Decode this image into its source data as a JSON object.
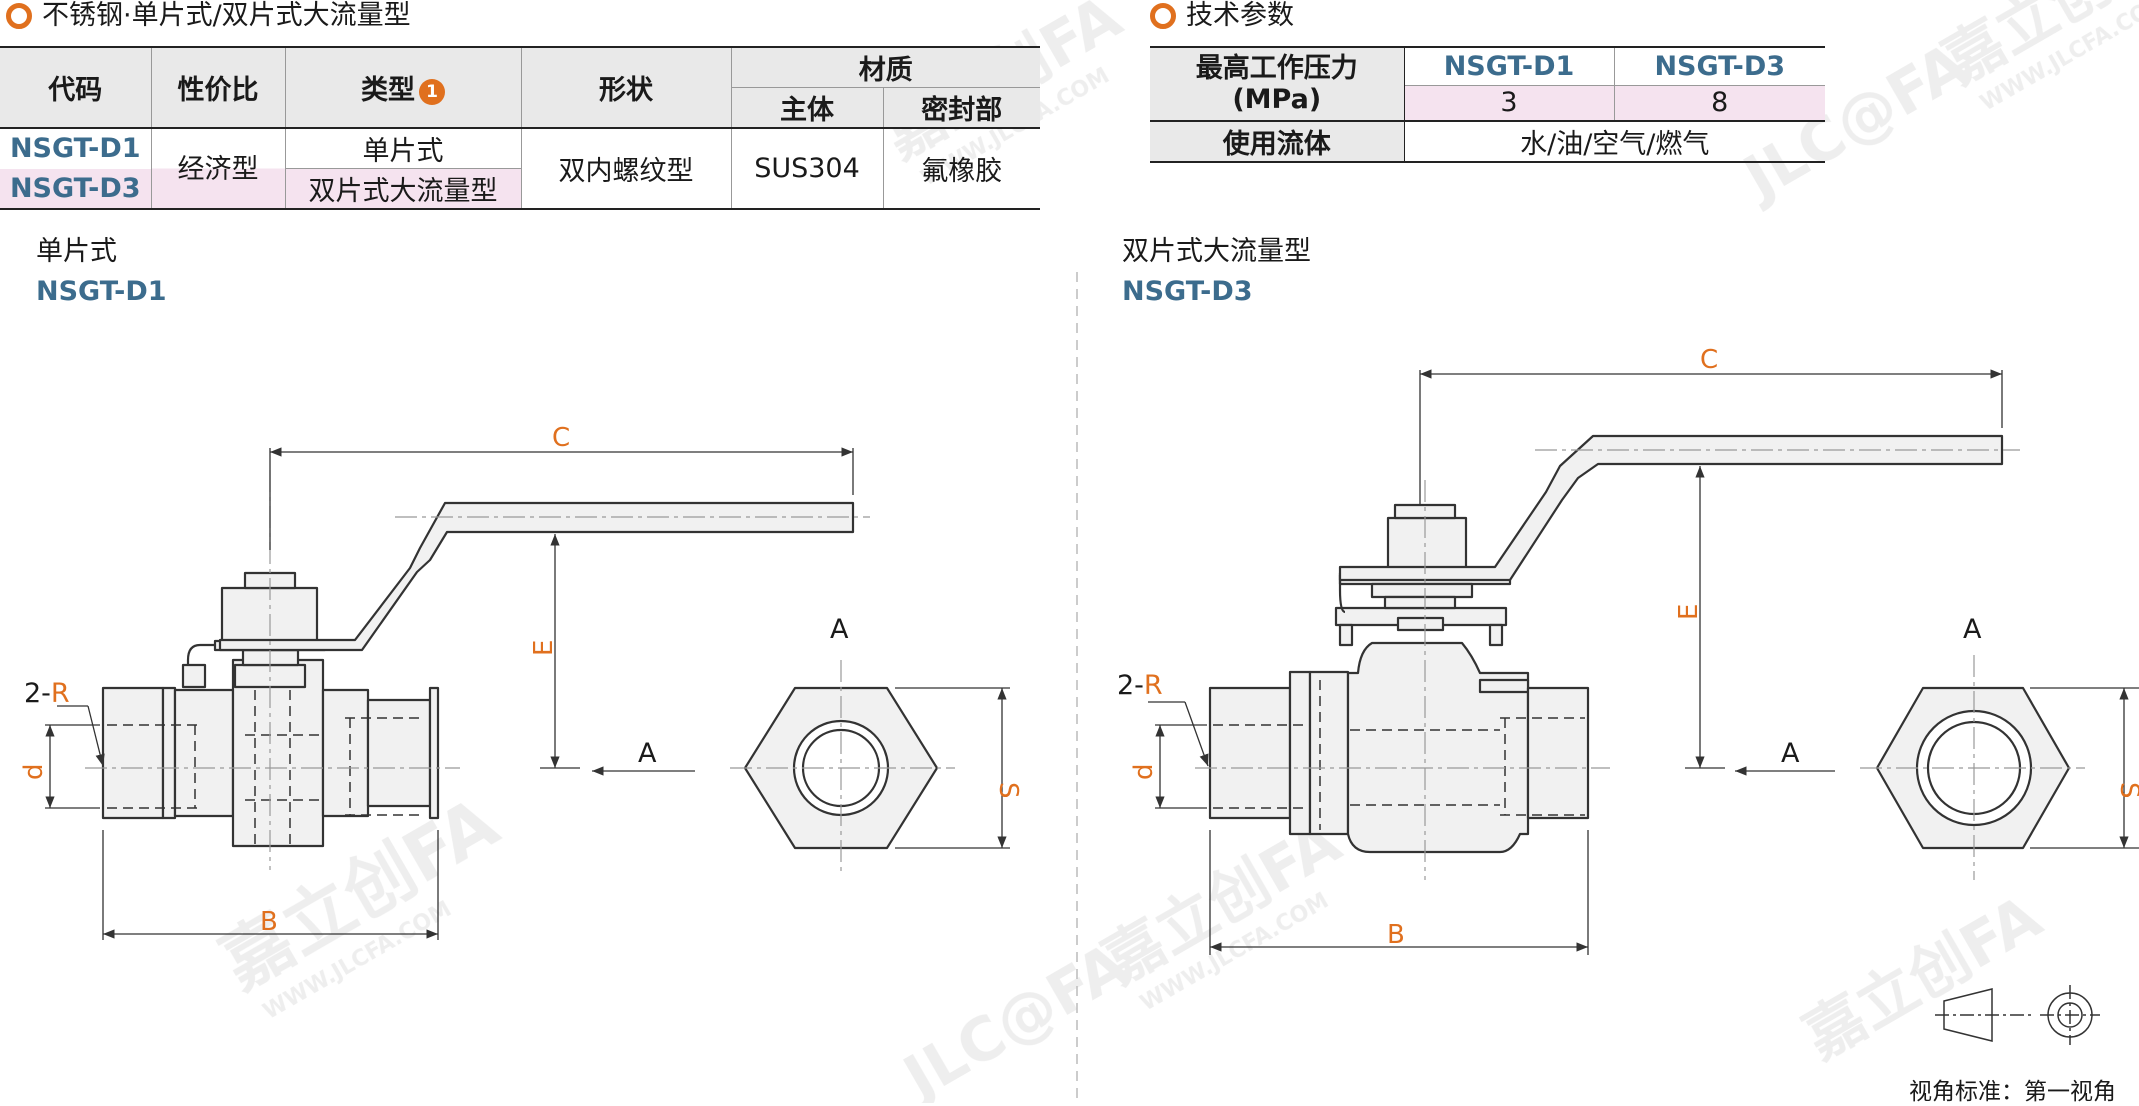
{
  "left_section": {
    "title": "不锈钢·单片式/双片式大流量型",
    "table": {
      "headers": {
        "code": "代码",
        "cost": "性价比",
        "type": "类型",
        "type_badge": "1",
        "shape": "形状",
        "material": "材质",
        "body": "主体",
        "seal": "密封部"
      },
      "rows": [
        {
          "code": "NSGT-D1",
          "type": "单片式"
        },
        {
          "code": "NSGT-D3",
          "type": "双片式大流量型"
        }
      ],
      "cost": "经济型",
      "shape": "双内螺纹型",
      "body": "SUS304",
      "seal": "氟橡胶"
    }
  },
  "right_section": {
    "title": "技术参数",
    "table": {
      "pressure_label_line1": "最高工作压力",
      "pressure_label_line2": "(MPa)",
      "col1": "NSGT-D1",
      "col2": "NSGT-D3",
      "p1": "3",
      "p2": "8",
      "fluid_label": "使用流体",
      "fluid": "水/油/空气/燃气"
    }
  },
  "drawing_left": {
    "title": "单片式",
    "code": "NSGT-D1"
  },
  "drawing_right": {
    "title": "双片式大流量型",
    "code": "NSGT-D3"
  },
  "dims": {
    "C": "C",
    "E": "E",
    "B": "B",
    "d": "d",
    "S": "S",
    "R_prefix": "2-",
    "R": "R",
    "view": "A"
  },
  "footer": {
    "projection": "视角标准：第一视角"
  },
  "watermark": {
    "brand": "JLC@FA",
    "name": "嘉立创FA",
    "url": "WWW.JLCFA.COM"
  },
  "colors": {
    "accent": "#e0701e",
    "code_blue": "#3c6c8d",
    "highlight": "#f5e3ef",
    "header_gray": "#e9e9e9",
    "line": "#333333",
    "body_fill": "#f1f1f1"
  }
}
